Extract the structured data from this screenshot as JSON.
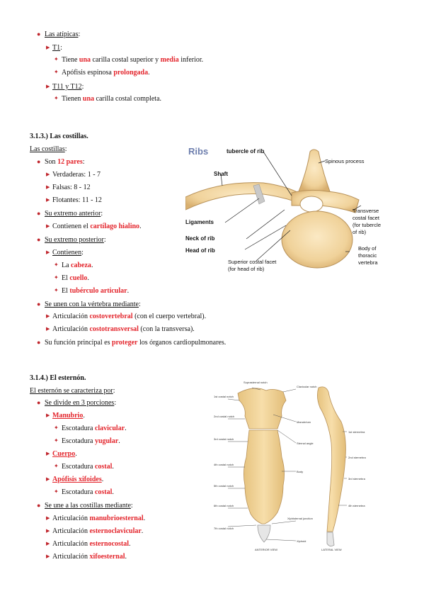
{
  "atypical": {
    "head": "Las atípicas",
    "t1": "T1",
    "t1_a1": "Tiene ",
    "t1_a2": "una",
    "t1_a3": " carilla costal superior y ",
    "t1_a4": "media",
    "t1_a5": " inferior.",
    "t1_b1": "Apófisis espinosa ",
    "t1_b2": "prolongada",
    "t1_b3": ".",
    "t11": "T11 y T12",
    "t11_a1": "Tienen ",
    "t11_a2": "una",
    "t11_a3": " carilla costal completa."
  },
  "ribs": {
    "title": "3.1.3.) Las costillas.",
    "intro": "Las costillas",
    "pairs_1": "Son ",
    "pairs_2": "12 pares",
    "true": "Verdaderas: 1 - 7",
    "false": "Falsas: 8 - 12",
    "floating": "Flotantes: 11 - 12",
    "ant": "Su extremo anterior",
    "ant_a1": "Contienen el ",
    "ant_a2": "cartílago hialino",
    "ant_a3": ".",
    "post": "Su extremo posterior",
    "contains": "Contienen",
    "head_1": "La ",
    "head_2": "cabeza",
    "head_3": ".",
    "neck_1": "El ",
    "neck_2": "cuello",
    "neck_3": ".",
    "tub_1": "El ",
    "tub_2": "tubérculo articular",
    "tub_3": ".",
    "joins": "Se unen con la vértebra mediante",
    "cv_1": "Articulación ",
    "cv_2": "costovertebral",
    "cv_3": " (con el cuerpo vertebral).",
    "ct_1": "Articulación ",
    "ct_2": "costotransversal",
    "ct_3": " (con la transversa).",
    "fn_1": "Su función principal es ",
    "fn_2": "proteger",
    "fn_3": " los órganos cardiopulmonares."
  },
  "ribs_figure": {
    "title": "Ribs",
    "labels": {
      "tubercle": "tubercle of rib",
      "spinous": "Spinous process",
      "shaft": "Shaft",
      "ligaments": "Ligaments",
      "neck": "Neck of rib",
      "head": "Head of rib",
      "sup1": "Superior costal facet",
      "sup2": "(for head of rib)",
      "tr1": "Transverse",
      "tr2": "costal facet",
      "tr3": "(for tubercle",
      "tr4": "of rib)",
      "body1": "Body of",
      "body2": "thoracic",
      "body3": "vertebra"
    }
  },
  "sternum": {
    "title": "3.1.4.) El esternón.",
    "intro": "El esternón se caracteriza por",
    "div": "Se divide en 3 porciones",
    "manubrio": "Manubrio",
    "clav_1": "Escotadura ",
    "clav_2": "clavicular",
    "clav_3": ".",
    "yug_1": "Escotadura ",
    "yug_2": "yugular",
    "yug_3": ".",
    "cuerpo": "Cuerpo",
    "cos_1": "Escotadura ",
    "cos_2": "costal",
    "cos_3": ".",
    "xif": "Apófisis xifoides",
    "cos2_1": "Escotadura ",
    "cos2_2": "costal",
    "cos2_3": ".",
    "ribs_join": "Se une a las costillas mediante",
    "a1_1": "Articulación ",
    "a1_2": "manubrioesternal",
    "a1_3": ".",
    "a2_1": "Articulación ",
    "a2_2": "esternoclavicular",
    "a2_3": ".",
    "a3_1": "Articulación ",
    "a3_2": "esternocostal",
    "a3_3": ".",
    "a4_1": "Articulación ",
    "a4_2": "xifoesternal",
    "a4_3": "."
  },
  "sternum_figure": {
    "left_labels": [
      "Suprasternal notch",
      "1st costal notch",
      "2nd costal notch",
      "3rd costal notch",
      "4th costal notch",
      "5th costal notch",
      "6th costal notch",
      "7th costal notch"
    ],
    "mid_labels": [
      "Clavicular notch",
      "Manubrium",
      "Sternal angle",
      "Body",
      "Xiphisternal junction",
      "Xiphoid"
    ],
    "right_labels": [
      "1st sternebra",
      "2nd sternebra",
      "3rd sternebra",
      "4th sternebra"
    ],
    "anterior": "ANTERIOR VIEW",
    "lateral": "LATERAL VIEW"
  }
}
